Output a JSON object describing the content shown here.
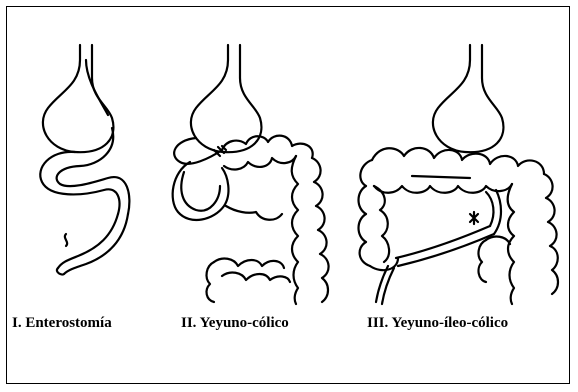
{
  "figure": {
    "panels": [
      {
        "id": "panel-1",
        "caption": "I. Enterostomía"
      },
      {
        "id": "panel-2",
        "caption": "II. Yeyuno-cólico"
      },
      {
        "id": "panel-3",
        "caption": "III. Yeyuno-íleo-cólico"
      }
    ],
    "colors": {
      "ink": "#000000",
      "background": "#ffffff"
    }
  }
}
